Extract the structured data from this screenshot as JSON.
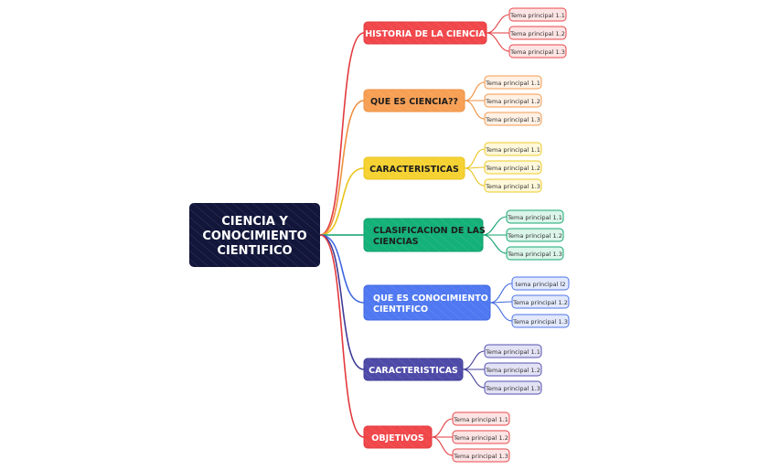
{
  "central": {
    "lines": [
      "CIENCIA Y",
      "CONOCIMIENTO",
      "CIENTIFICO"
    ],
    "fill": "#12163a",
    "text_color": "#ffffff"
  },
  "branches": [
    {
      "lines": [
        "HISTORIA DE LA CIENCIA"
      ],
      "fill": "#f0474b",
      "stroke": "#e23a3e",
      "text_color": "#ffffff",
      "child_fill": "#fde4e4",
      "child_stroke": "#e8484b",
      "children": [
        "Tema principal 1.1",
        "Tema principal 1.2",
        "Tema principal 1.3"
      ]
    },
    {
      "lines": [
        "QUE ES CIENCIA??"
      ],
      "fill": "#f7a055",
      "stroke": "#ee8f40",
      "text_color": "#1d1d1d",
      "child_fill": "#fff1e4",
      "child_stroke": "#f39a50",
      "children": [
        "Tema principal 1.1",
        "Tema principal 1.2",
        "Tema principal 1.3"
      ]
    },
    {
      "lines": [
        "CARACTERISTICAS"
      ],
      "fill": "#f5d232",
      "stroke": "#e9c41c",
      "text_color": "#1d1d1d",
      "child_fill": "#fff8da",
      "child_stroke": "#edcb2a",
      "children": [
        "Tema principal 1.1",
        "Tema principal 1.2",
        "Tema principal 1.3"
      ]
    },
    {
      "lines": [
        "CLASIFICACION DE LAS",
        "CIENCIAS"
      ],
      "fill": "#14b179",
      "stroke": "#0fa06c",
      "text_color": "#1d1d1d",
      "child_fill": "#dbf5ea",
      "child_stroke": "#17a873",
      "children": [
        "Tema principal 1.1",
        "Tema principal 1.2",
        "Tema principal 1.3"
      ]
    },
    {
      "lines": [
        "QUE ES CONOCIMIENTO",
        "CIENTIFICO"
      ],
      "fill": "#4f78f1",
      "stroke": "#3f67e0",
      "text_color": "#ffffff",
      "child_fill": "#e2e9fd",
      "child_stroke": "#4f74e8",
      "children": [
        "tema principal l2",
        "Tema principal 1.2",
        "Tema principal 1.3"
      ]
    },
    {
      "lines": [
        "CARACTERISTICAS"
      ],
      "fill": "#4e4aa8",
      "stroke": "#403c98",
      "text_color": "#ffffff",
      "child_fill": "#e3e2f5",
      "child_stroke": "#5552b0",
      "children": [
        "Tema principal 1.1",
        "Tema principal 1.2",
        "Tema principal 1.3"
      ]
    },
    {
      "lines": [
        "OBJETIVOS"
      ],
      "fill": "#f0474b",
      "stroke": "#e23a3e",
      "text_color": "#ffffff",
      "child_fill": "#fde4e4",
      "child_stroke": "#e8484b",
      "children": [
        "Tema principal 1.1",
        "Tema principal 1.2",
        "Tema principal 1.3"
      ]
    }
  ]
}
